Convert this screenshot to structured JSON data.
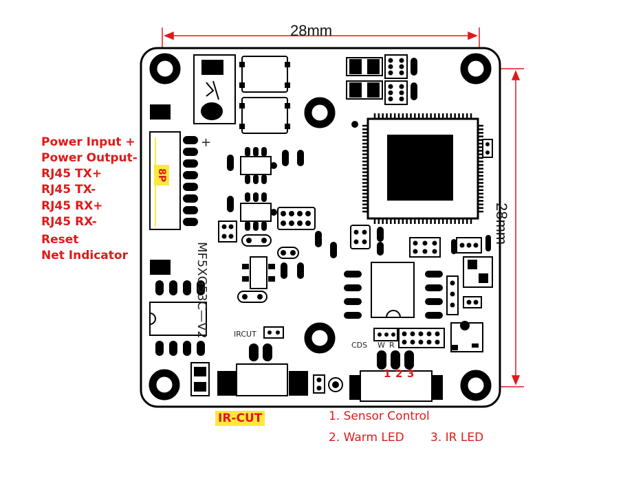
{
  "dimensions": {
    "width_label": "28mm",
    "height_label": "28mm"
  },
  "connector_8p": {
    "label": "8P",
    "pins": [
      "Power Input +",
      "Power Output-",
      "RJ45 TX+",
      "RJ45 TX-",
      "RJ45 RX+",
      "RJ45 RX-",
      "Reset",
      "Net Indicator"
    ]
  },
  "board": {
    "model": "MF5XG53C—V2",
    "ircut_silk": "IRCUT",
    "plus_sign": "+"
  },
  "ir_cut_label": "IR-CUT",
  "led_connector": {
    "silk_labels": [
      "CDS",
      "W",
      "R"
    ],
    "pin_numbers": [
      "1",
      "2",
      "3"
    ],
    "legend": [
      "1. Sensor Control",
      "2. Warm LED",
      "3.  IR LED"
    ]
  },
  "colors": {
    "annotation": "#e0191a",
    "highlight": "#fde93b",
    "board": "#000000"
  }
}
